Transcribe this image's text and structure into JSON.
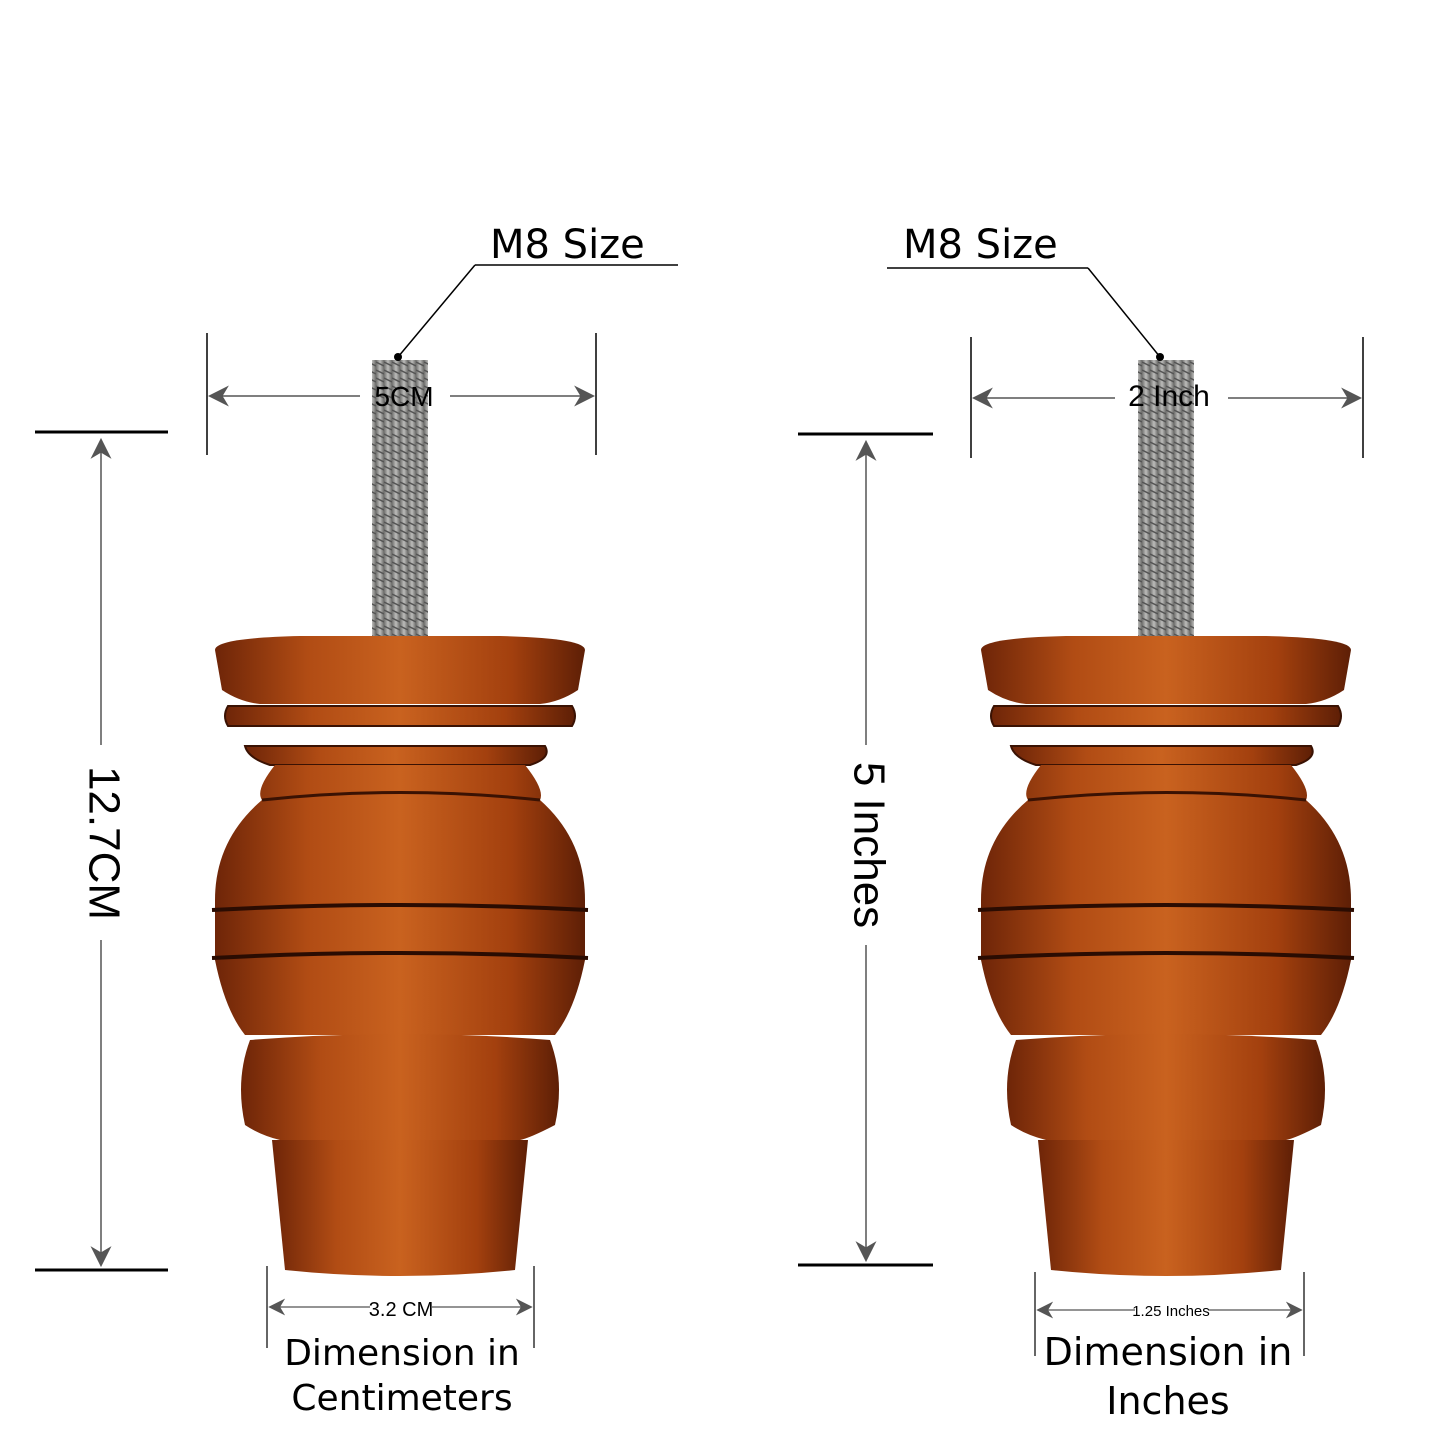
{
  "colors": {
    "wood": "#a8440f",
    "wood_dark": "#6e2508",
    "wood_light": "#cf6a2a",
    "bolt": "#9a9a98"
  },
  "cm_diagram": {
    "bolt_label": "M8 Size",
    "top_width": "5CM",
    "height": "12.7CM",
    "bottom_width": "3.2 CM",
    "caption_line1": "Dimension in",
    "caption_line2": "Centimeters"
  },
  "inch_diagram": {
    "bolt_label": "M8 Size",
    "top_width": "2 Inch",
    "height": "5 Inches",
    "bottom_width": "1.25 Inches",
    "caption_line1": "Dimension in",
    "caption_line2": "Inches"
  }
}
